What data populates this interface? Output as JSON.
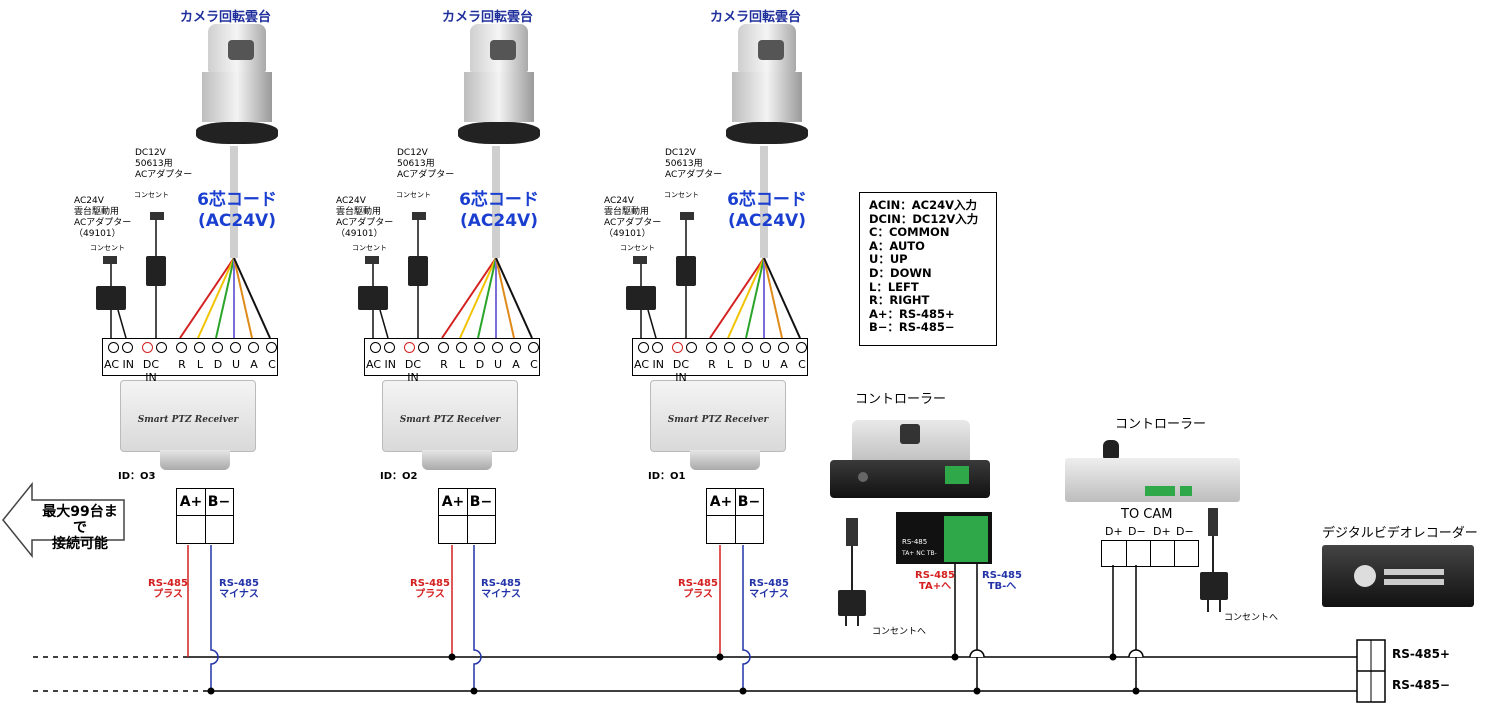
{
  "units": [
    {
      "camera_title": "カメラ回転雲台",
      "dc_adapter_label": "DC12V\n50613用\nACアダプター",
      "outlet_label": "コンセント",
      "ac_adapter_label": "AC24V\n雲台駆動用\nACアダプター\n（49101）",
      "outlet_label2": "コンセント",
      "cord_label": "6芯コード\n(AC24V)",
      "terminal_labels": [
        "AC IN",
        "DC IN",
        "R",
        "L",
        "D",
        "U",
        "A",
        "C"
      ],
      "receiver_text": "Smart  PTZ  Receiver",
      "id_label": "ID：O3",
      "rs_plus_label": "RS-485\nプラス",
      "rs_minus_label": "RS-485\nマイナス"
    },
    {
      "camera_title": "カメラ回転雲台",
      "dc_adapter_label": "DC12V\n50613用\nACアダプター",
      "outlet_label": "コンセント",
      "ac_adapter_label": "AC24V\n雲台駆動用\nACアダプター\n（49101）",
      "outlet_label2": "コンセント",
      "cord_label": "6芯コード\n(AC24V)",
      "terminal_labels": [
        "AC IN",
        "DC IN",
        "R",
        "L",
        "D",
        "U",
        "A",
        "C"
      ],
      "receiver_text": "Smart  PTZ  Receiver",
      "id_label": "ID：O2",
      "rs_plus_label": "RS-485\nプラス",
      "rs_minus_label": "RS-485\nマイナス"
    },
    {
      "camera_title": "カメラ回転雲台",
      "dc_adapter_label": "DC12V\n50613用\nACアダプター",
      "outlet_label": "コンセント",
      "ac_adapter_label": "AC24V\n雲台駆動用\nACアダプター\n（49101）",
      "outlet_label2": "コンセント",
      "cord_label": "6芯コード\n(AC24V)",
      "terminal_labels": [
        "AC IN",
        "DC IN",
        "R",
        "L",
        "D",
        "U",
        "A",
        "C"
      ],
      "receiver_text": "Smart  PTZ  Receiver",
      "id_label": "ID：O1",
      "rs_plus_label": "RS-485\nプラス",
      "rs_minus_label": "RS-485\nマイナス"
    }
  ],
  "ab_labels": {
    "a": "A+",
    "b": "B−"
  },
  "legend_lines": [
    "ACIN：AC24V入力",
    "DCIN：DC12V入力",
    "C：COMMON",
    "A：AUTO",
    "U：UP",
    "D：DOWN",
    "L：LEFT",
    "R：RIGHT",
    "A+：RS-485+",
    "B−：RS-485−"
  ],
  "arrow_label": "最大99台まで\n接続可能",
  "controller1": {
    "title": "コントローラー",
    "outlet_to": "コンセントへ",
    "rs_plus_label": "RS-485\nTA+へ",
    "rs_minus_label": "RS-485\nTB-へ",
    "connector_label": "RS-485",
    "connector_pins": "TA+ NC TB-"
  },
  "controller2": {
    "title": "コントローラー",
    "to_cam": "TO CAM",
    "terminals": [
      "D+",
      "D−",
      "D+",
      "D−"
    ],
    "outlet_to": "コンセントへ"
  },
  "dvr": {
    "title": "デジタルビデオレコーダー",
    "outputs": [
      "RS-485+",
      "RS-485−"
    ]
  },
  "colors": {
    "wire_red": "#d42020",
    "wire_blue": "#2233a8",
    "title_blue": "#1f2f9c",
    "cord_blue": "#1a3fd0"
  }
}
